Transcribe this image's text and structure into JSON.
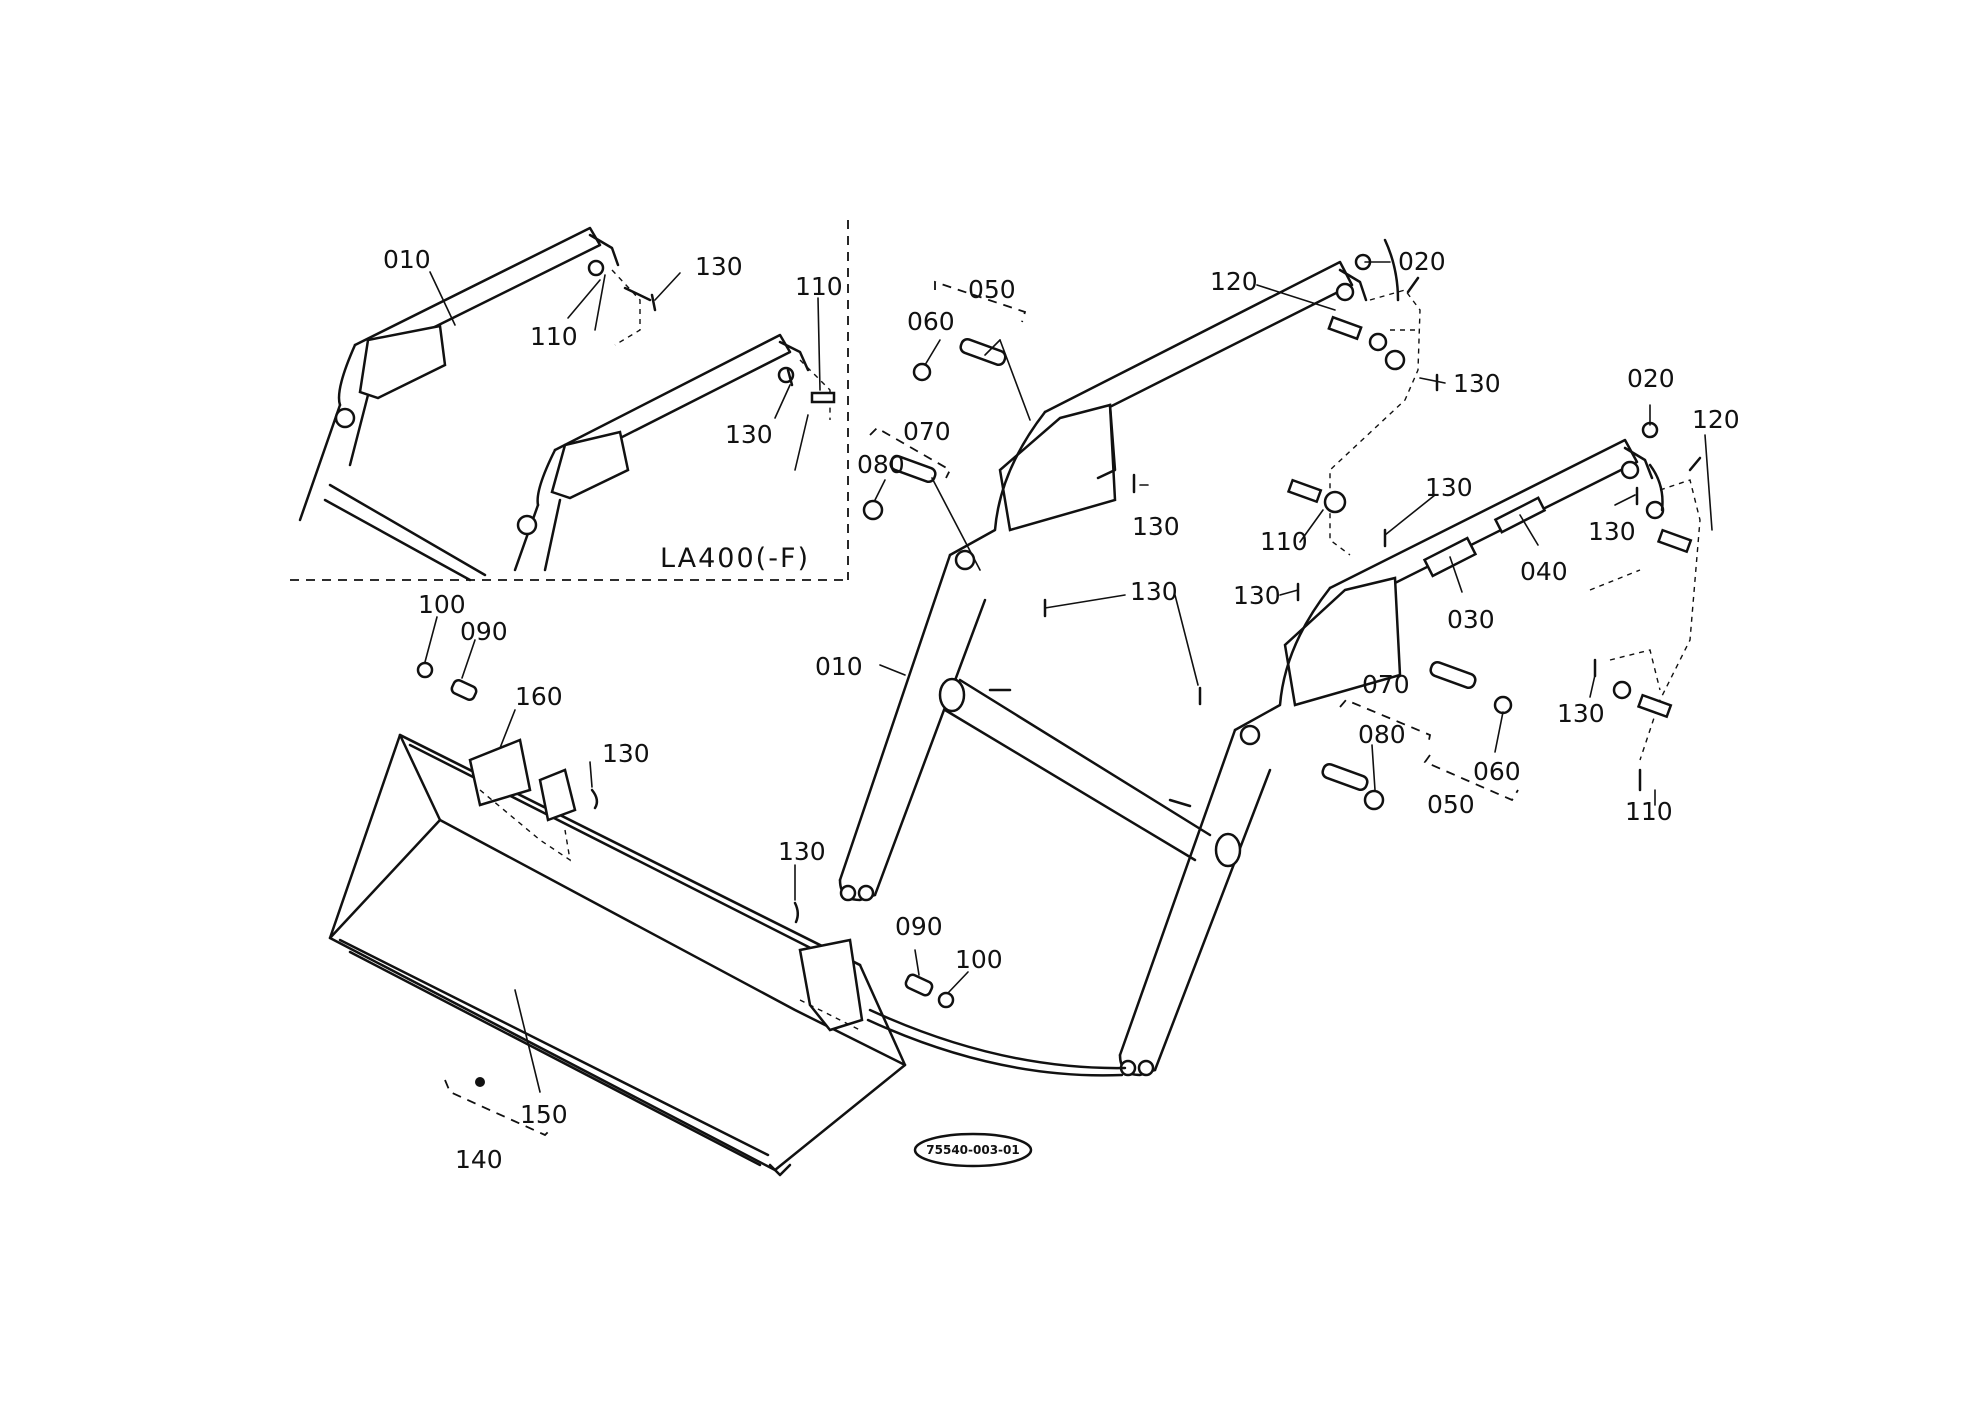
{
  "inset": {
    "model_label": "LA400(-F)"
  },
  "drawing_number": "75540-003-01",
  "callouts": {
    "inset_010": "010",
    "inset_110_a": "110",
    "inset_130_a": "130",
    "inset_110_b": "110",
    "inset_130_b": "130",
    "c050_top": "050",
    "c060_top": "060",
    "c070_left": "070",
    "c080_left": "080",
    "c120_mid": "120",
    "c020_mid": "020",
    "c130_mid_pivot": "130",
    "c130_mid_arm": "130",
    "c130_mid_cross": "130",
    "c110_mid": "110",
    "c130_mid_upper": "130",
    "c130_mid_left": "130",
    "c010_main": "010",
    "c020_right": "020",
    "c120_right": "120",
    "c130_right_upper": "130",
    "c040": "040",
    "c030": "030",
    "c070_right": "070",
    "c080_right": "080",
    "c060_right": "060",
    "c050_right": "050",
    "c130_right_lower": "130",
    "c110_right": "110",
    "c100_left": "100",
    "c090_left": "090",
    "c160": "160",
    "c130_bucket": "130",
    "c130_bucket_right": "130",
    "c090_right": "090",
    "c100_right": "100",
    "c150": "150",
    "c140": "140"
  }
}
